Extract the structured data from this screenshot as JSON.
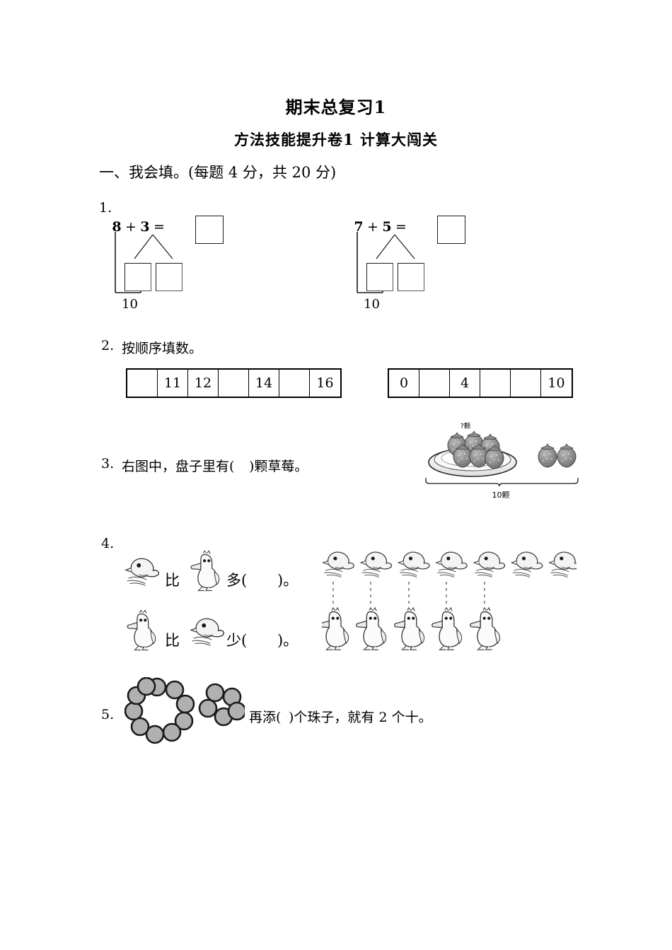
{
  "document": {
    "title": "期末总复习1",
    "subtitle": "方法技能提升卷1 计算大闯关",
    "section_heading": "一、我会填。(每题 4 分，共 20 分)"
  },
  "problems": [
    {
      "number": "1.",
      "type": "make-ten-decomposition",
      "items": [
        {
          "addend1": "8",
          "plus": "+",
          "addend2": "3",
          "equals": "=",
          "sum_answer": "",
          "part_left": "",
          "part_right": "",
          "ten_label": "10"
        },
        {
          "addend1": "7",
          "plus": "+",
          "addend2": "5",
          "equals": "=",
          "sum_answer": "",
          "part_left": "",
          "part_right": "",
          "ten_label": "10"
        }
      ]
    },
    {
      "number": "2.",
      "type": "number-sequence-strips",
      "prompt": "按顺序填数。",
      "strips": [
        {
          "cells": [
            "",
            "11",
            "12",
            "",
            "14",
            "",
            "16"
          ]
        },
        {
          "cells": [
            "0",
            "",
            "4",
            "",
            "",
            "10"
          ]
        }
      ]
    },
    {
      "number": "3.",
      "type": "strawberry-picture",
      "text_before": "右图中，盘子里有(",
      "blank": "",
      "text_after": ")颗草莓。",
      "picture": {
        "plate_label": "?颗",
        "total_label": "10颗",
        "strawberries_on_plate": 6,
        "strawberries_outside": 2
      }
    },
    {
      "number": "4.",
      "type": "compare-birds",
      "statements": [
        {
          "icon_a": "chick",
          "compare_word": "比",
          "icon_b": "duck",
          "relation": "多(",
          "blank": "",
          "close": ")。"
        },
        {
          "icon_a": "duck",
          "compare_word": "比",
          "icon_b": "chick",
          "relation": "少(",
          "blank": "",
          "close": ")。"
        }
      ],
      "picture": {
        "top_row_icon": "chick",
        "top_row_count": 7,
        "bottom_row_icon": "duck",
        "bottom_row_count": 5,
        "match_lines": 5
      }
    },
    {
      "number": "5.",
      "type": "beads",
      "text": "再添(",
      "blank": "",
      "text_after": ")个珠子，就有 2 个十。",
      "picture": {
        "ring_bead_count": 10,
        "cluster_bead_count": 5,
        "bead_fill": "#b0b0b0",
        "bead_stroke": "#1a1a1a"
      }
    }
  ]
}
